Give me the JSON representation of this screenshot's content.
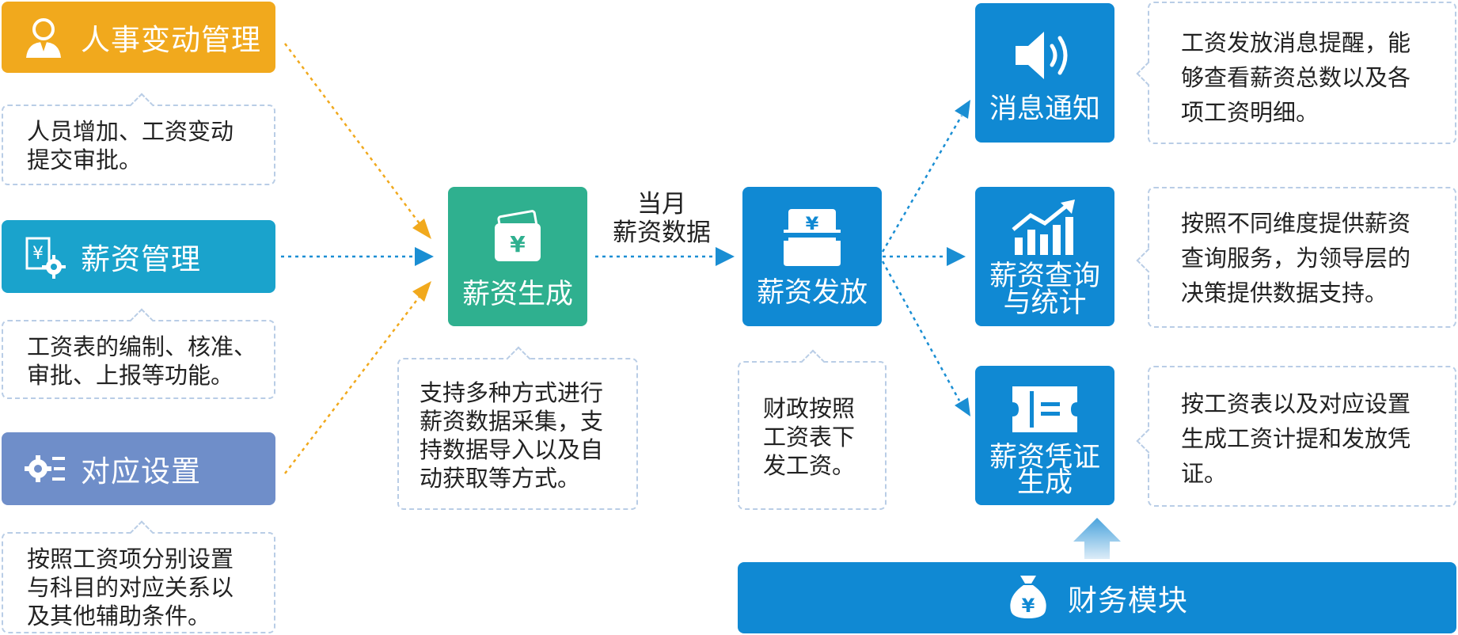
{
  "left": [
    {
      "label": "人事变动管理",
      "color": "#f1a91d",
      "desc": "人员增加、工资变动\n提交审批。"
    },
    {
      "label": "薪资管理",
      "color": "#1aa3cc",
      "desc": "工资表的编制、核准、\n审批、上报等功能。"
    },
    {
      "label": "对应设置",
      "color": "#6f8ec9",
      "desc": "按照工资项分别设置\n与科目的对应关系以\n及其他辅助条件。"
    }
  ],
  "center": {
    "generate": {
      "label": "薪资生成",
      "color": "#2fb08f",
      "desc": "支持多种方式进行\n薪资数据采集，支\n持数据导入以及自\n动获取等方式。"
    },
    "arrow_label": "当月\n薪资数据",
    "distribute": {
      "label": "薪资发放",
      "color": "#1089d3",
      "desc": "财政按照\n工资表下\n发工资。"
    }
  },
  "right": [
    {
      "label": "消息通知",
      "desc": "工资发放消息提醒，能\n够查看薪资总数以及各\n项工资明细。"
    },
    {
      "label": "薪资查询\n与统计",
      "desc": "按照不同维度提供薪资\n查询服务，为领导层的\n决策提供数据支持。"
    },
    {
      "label": "薪资凭证\n生成",
      "desc": "按工资表以及对应设置\n生成工资计提和发放凭\n证。"
    }
  ],
  "finance": {
    "label": "财务模块",
    "color": "#1089d3"
  },
  "colors": {
    "dot_orange": "#f1a91d",
    "dot_blue": "#1a8ed3",
    "bubble_border": "#b9cde6"
  },
  "icons": [
    "person-icon",
    "yen-gear-icon",
    "gear-list-icon",
    "wallet-icon",
    "cash-tray-icon",
    "speaker-icon",
    "bar-chart-icon",
    "ticket-icon",
    "money-bag-icon"
  ]
}
